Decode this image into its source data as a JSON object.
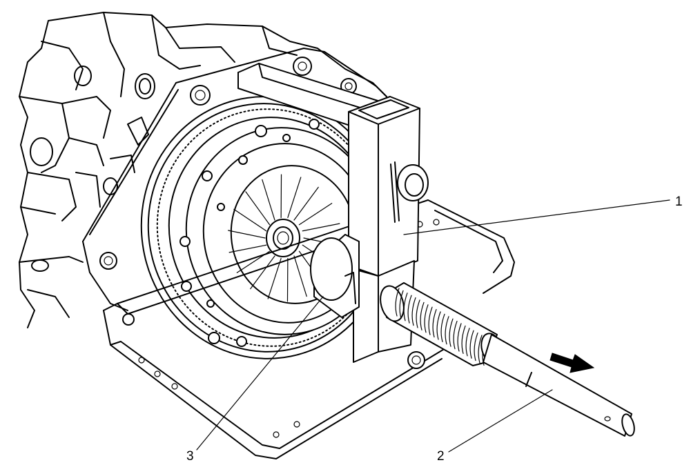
{
  "callouts": [
    {
      "id": "1",
      "label": "1"
    },
    {
      "id": "2",
      "label": "2"
    },
    {
      "id": "3",
      "label": "3"
    }
  ],
  "colors": {
    "line": "#000000",
    "background": "#ffffff"
  },
  "icons": {
    "direction": "arrow-right-icon"
  }
}
